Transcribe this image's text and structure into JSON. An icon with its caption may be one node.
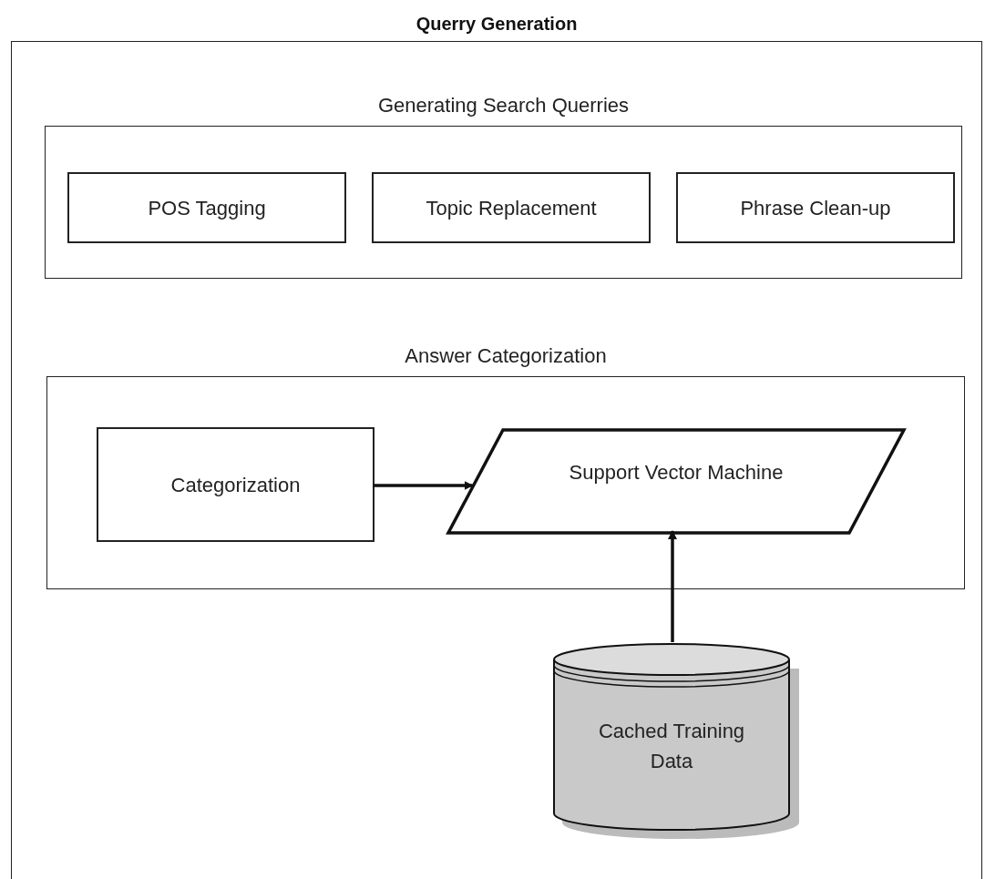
{
  "diagram": {
    "nodes": [
      {
        "text": [
          "Querry Generation"
        ]
      },
      {
        "text": [
          "Generating Search Querries"
        ],
        "in": 0
      },
      {
        "text": [
          "POS Tagging"
        ],
        "in": 1
      },
      {
        "text": [
          "Topic Replacement"
        ],
        "in": 1
      },
      {
        "text": [
          "Phrase Clean-up"
        ],
        "in": 1
      },
      {
        "text": [
          "Answer Categorization"
        ],
        "in": 0
      },
      {
        "text": [
          "Categorization"
        ],
        "in": 5
      },
      {
        "text": [
          "Support Vector Machine"
        ],
        "in": 5
      },
      {
        "text": [
          "Cached Training Data"
        ],
        "in": 0
      }
    ],
    "edges": [
      {
        "from": 6,
        "to": 7,
        "arrow": "to"
      },
      {
        "from": 8,
        "to": 7,
        "arrow": "to"
      }
    ]
  }
}
